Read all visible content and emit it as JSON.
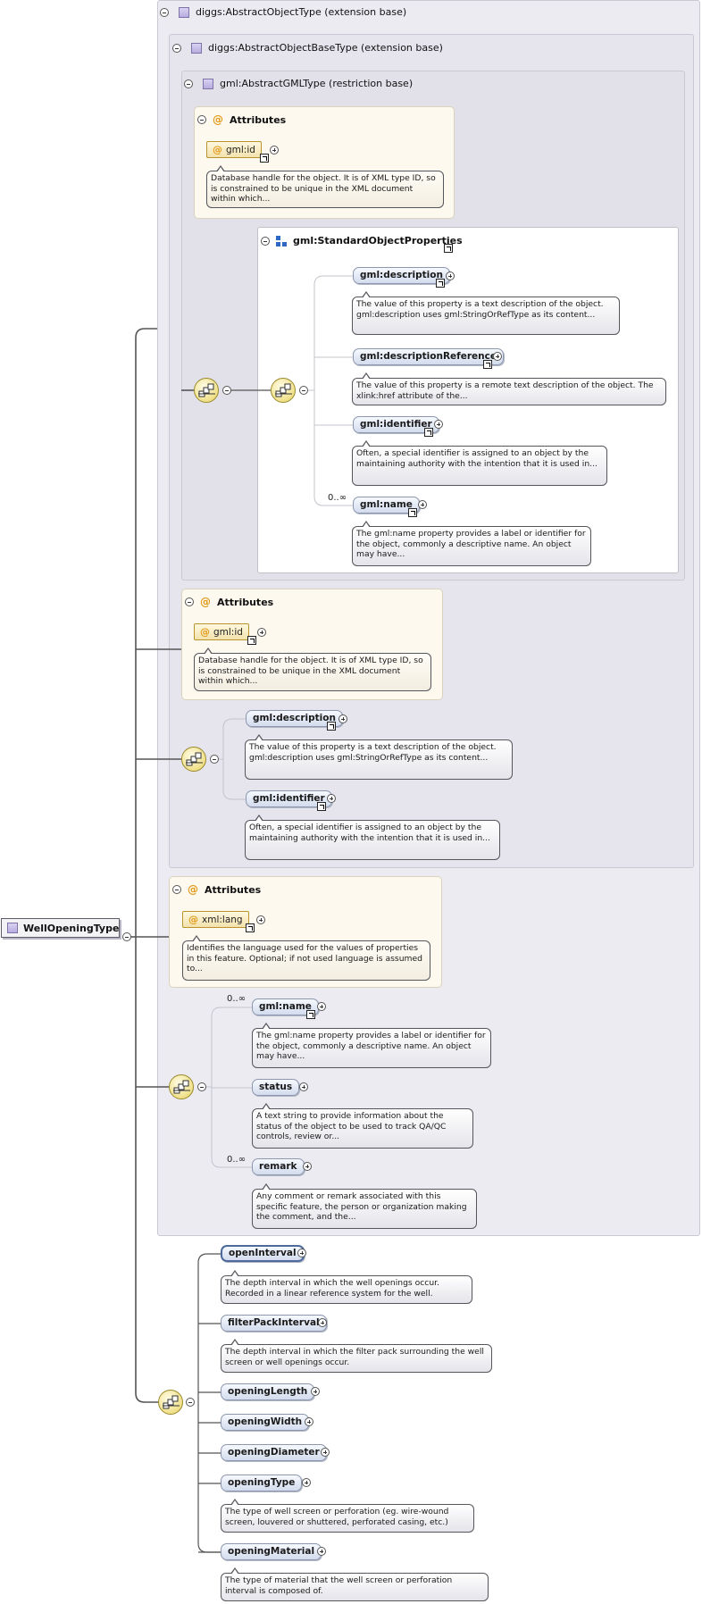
{
  "root": {
    "name": "WellOpeningType"
  },
  "abstract_object": {
    "title": "diggs:AbstractObjectType (extension base)"
  },
  "abstract_object_base": {
    "title": "diggs:AbstractObjectBaseType (extension base)"
  },
  "abstract_gml": {
    "title": "gml:AbstractGMLType (restriction base)",
    "attributes": {
      "title": "Attributes",
      "id": {
        "name": "gml:id",
        "doc": "Database handle for the object. It is of XML type ID, so is constrained to be unique in the XML document within which..."
      }
    },
    "standard_props": {
      "title": "gml:StandardObjectProperties",
      "description": {
        "name": "gml:description",
        "doc": "The value of this property is a text description of the object. gml:description uses gml:StringOrRefType as its content..."
      },
      "description_reference": {
        "name": "gml:descriptionReference",
        "doc": "The value of this property is a remote text description of the object. The xlink:href attribute of the..."
      },
      "identifier": {
        "name": "gml:identifier",
        "doc": "Often, a special identifier is assigned to an object by the maintaining authority with the intention that it is used in..."
      },
      "name": {
        "name": "gml:name",
        "occurs": "0..∞",
        "doc": "The gml:name property provides a label or identifier for the object, commonly a descriptive name. An object may have..."
      }
    }
  },
  "base_attributes": {
    "title": "Attributes",
    "id": {
      "name": "gml:id",
      "doc": "Database handle for the object. It is of XML type ID, so is constrained to be unique in the XML document within which..."
    }
  },
  "base_sequence": {
    "description": {
      "name": "gml:description",
      "doc": "The value of this property is a text description of the object. gml:description uses gml:StringOrRefType as its content..."
    },
    "identifier": {
      "name": "gml:identifier",
      "doc": "Often, a special identifier is assigned to an object by the maintaining authority with the intention that it is used in..."
    }
  },
  "object_attributes": {
    "title": "Attributes",
    "lang": {
      "name": "xml:lang",
      "doc": "Identifies the language used for the values of properties in this feature. Optional; if not used language is assumed to..."
    }
  },
  "object_sequence": {
    "name": {
      "name": "gml:name",
      "occurs": "0..∞",
      "doc": "The gml:name property provides a label or identifier for the object, commonly a descriptive name. An object may have..."
    },
    "status": {
      "name": "status",
      "doc": "A text string to provide information about the status of the object to be used to track QA/QC controls, review or..."
    },
    "remark": {
      "name": "remark",
      "occurs": "0..∞",
      "doc": "Any comment or remark associated with this specific feature, the person or organization making the comment, and the..."
    }
  },
  "well_sequence": {
    "open_interval": {
      "name": "openInterval",
      "doc": "The depth interval in which the well openings occur. Recorded in a linear reference system for the well."
    },
    "filter_pack_interval": {
      "name": "filterPackInterval",
      "doc": "The depth interval in which the filter pack surrounding the well screen or well openings occur."
    },
    "opening_length": {
      "name": "openingLength"
    },
    "opening_width": {
      "name": "openingWidth"
    },
    "opening_diameter": {
      "name": "openingDiameter"
    },
    "opening_type": {
      "name": "openingType",
      "doc": "The type of well screen or perforation (eg. wire-wound screen, louvered or shuttered, perforated casing, etc.)"
    },
    "opening_material": {
      "name": "openingMaterial",
      "doc": "The type of material that the well screen or perforation interval is composed of."
    }
  },
  "colors": {
    "wire": "#555555",
    "element_border": "#8d98ae",
    "attribute_border": "#b9942d",
    "type_icon": "#b8acdf"
  }
}
